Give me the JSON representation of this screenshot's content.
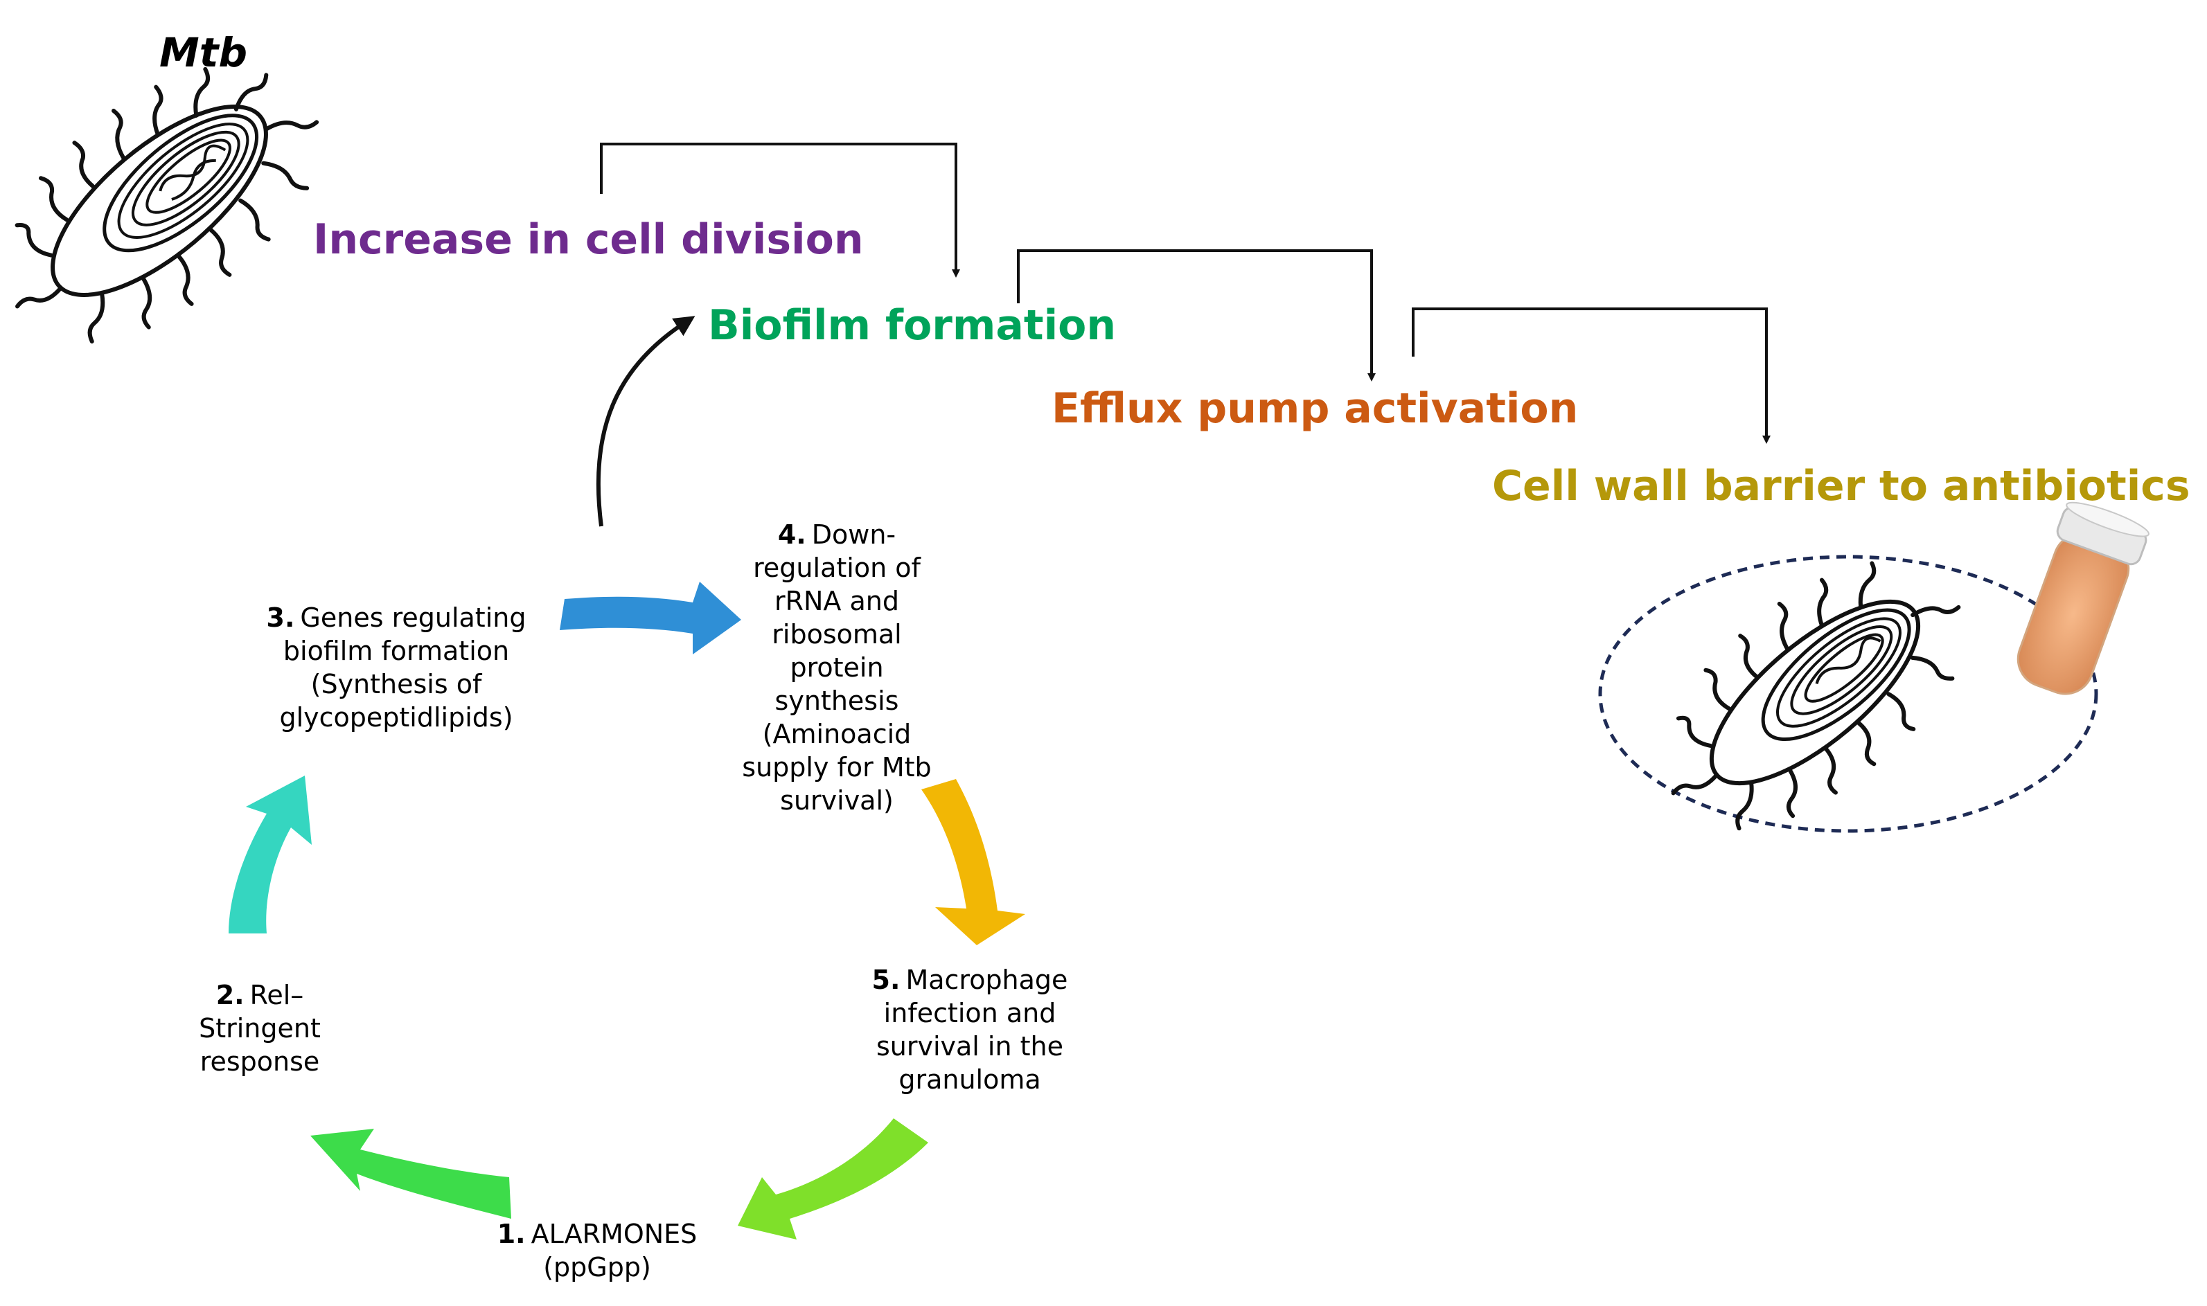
{
  "figure": {
    "organism_label": "Mtb",
    "outcomes": [
      {
        "label": "Increase in cell division",
        "color": "#6e2b8e"
      },
      {
        "label": "Biofilm formation",
        "color": "#00a35a"
      },
      {
        "label": "Efflux pump activation",
        "color": "#cc5a12"
      },
      {
        "label": "Cell wall barrier to antibiotics",
        "color": "#b5980a"
      }
    ],
    "cycle": [
      {
        "num": "1.",
        "lines": [
          "ALARMONES",
          "(ppGpp)"
        ]
      },
      {
        "num": "2.",
        "lines": [
          "Rel–",
          "Stringent",
          "response"
        ]
      },
      {
        "num": "3.",
        "lines": [
          "Genes regulating",
          "biofilm formation",
          "(Synthesis of",
          "glycopeptidlipids)"
        ]
      },
      {
        "num": "4.",
        "lines": [
          "Down-",
          "regulation of",
          "rRNA and",
          "ribosomal",
          "protein",
          "synthesis",
          "(Aminoacid",
          "supply for Mtb",
          "survival)"
        ]
      },
      {
        "num": "5.",
        "lines": [
          "Macrophage",
          "infection and",
          "survival in the",
          "granuloma"
        ]
      }
    ],
    "arrow_colors": {
      "alarmones_to_rel": "#3ddc4a",
      "rel_to_genes": "#35d6c0",
      "genes_to_downregulation": "#2f8fd6",
      "downregulation_to_macrophage": "#f2b705",
      "macrophage_to_alarmones": "#7fe02a"
    }
  }
}
